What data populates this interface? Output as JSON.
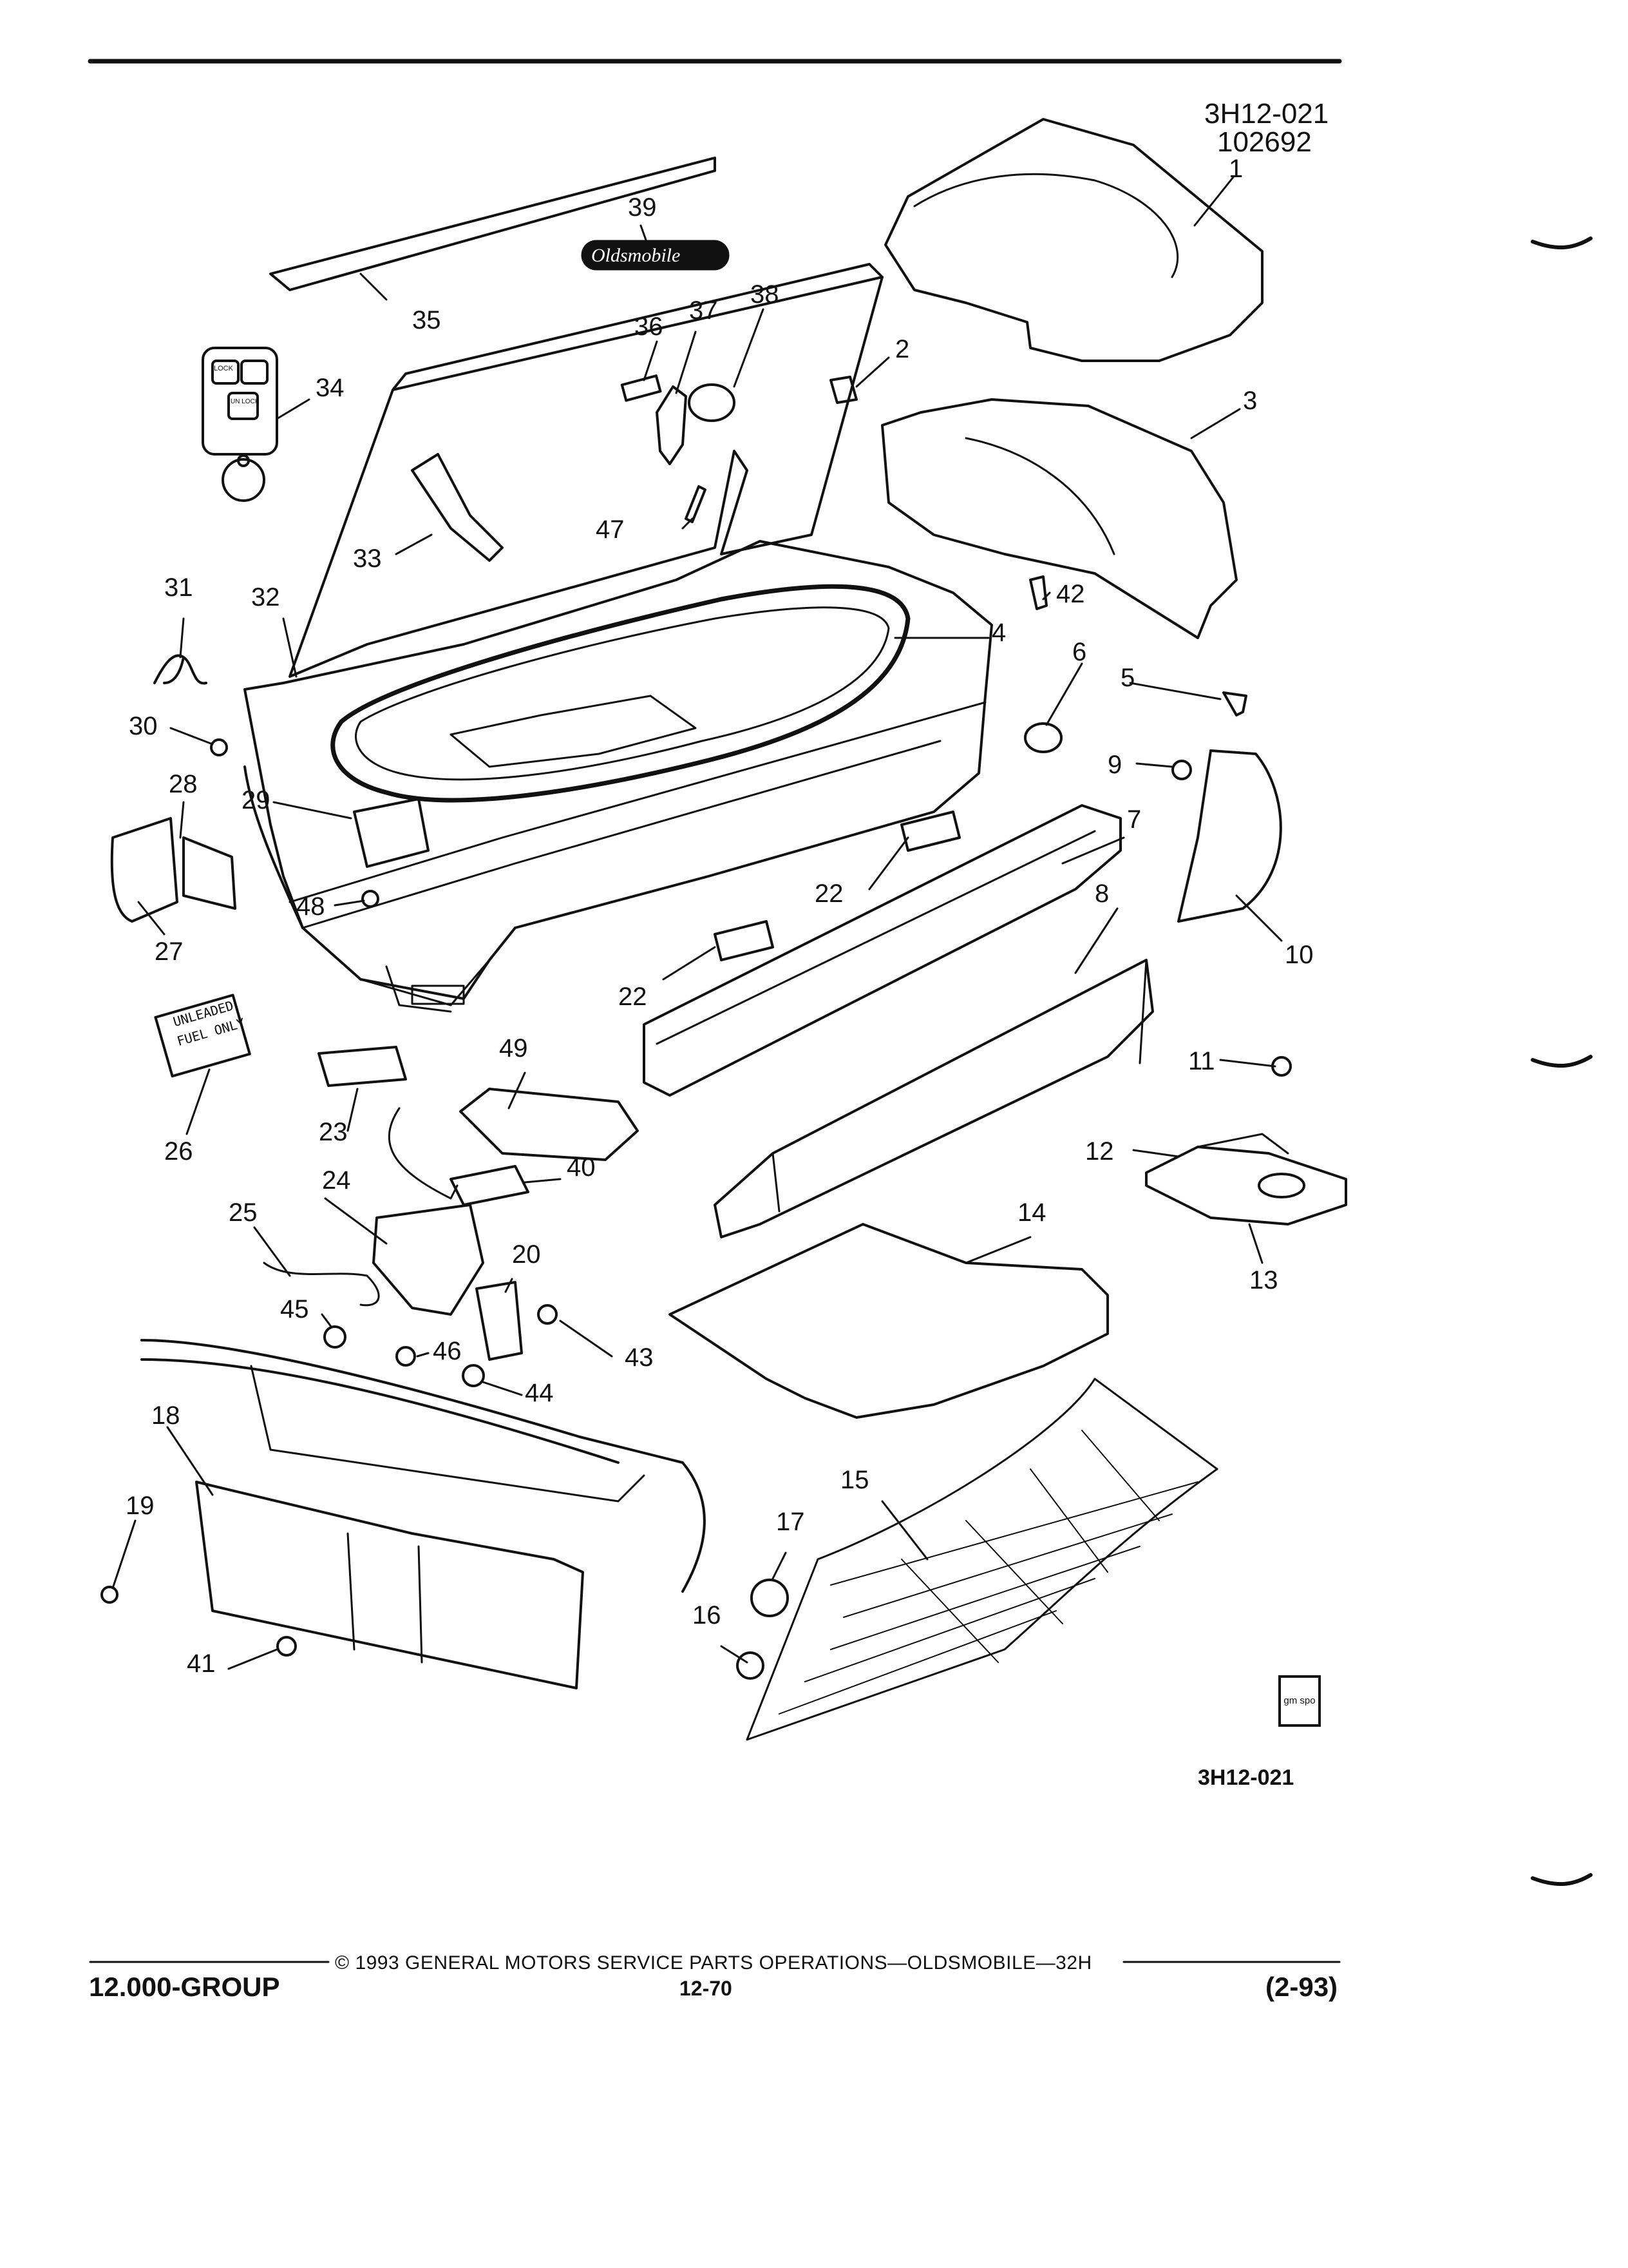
{
  "figure": {
    "ref_code": "3H12-021",
    "ref_date": "102692",
    "bottom_code": "3H12-021",
    "emblem_text": "Oldsmobile",
    "badge_text": "gm spo",
    "decal_line1": "UNLEADED",
    "decal_line2": "FUEL ONLY",
    "fob_lock": "LOCK",
    "fob_unlock": "UN LOCK",
    "callouts": [
      "1",
      "2",
      "3",
      "4",
      "5",
      "6",
      "7",
      "8",
      "9",
      "10",
      "11",
      "12",
      "13",
      "14",
      "15",
      "16",
      "17",
      "18",
      "19",
      "20",
      "22",
      "22",
      "23",
      "24",
      "25",
      "26",
      "27",
      "28",
      "29",
      "30",
      "31",
      "32",
      "33",
      "34",
      "35",
      "36",
      "37",
      "38",
      "39",
      "40",
      "41",
      "42",
      "43",
      "44",
      "45",
      "46",
      "47",
      "48",
      "49"
    ]
  },
  "footer": {
    "copyright": "© 1993 GENERAL MOTORS SERVICE PARTS OPERATIONS—OLDSMOBILE—32H",
    "group": "12.000-GROUP",
    "page": "12-70",
    "revision": "(2-93)"
  },
  "colors": {
    "ink": "#111111",
    "paper": "#ffffff"
  }
}
